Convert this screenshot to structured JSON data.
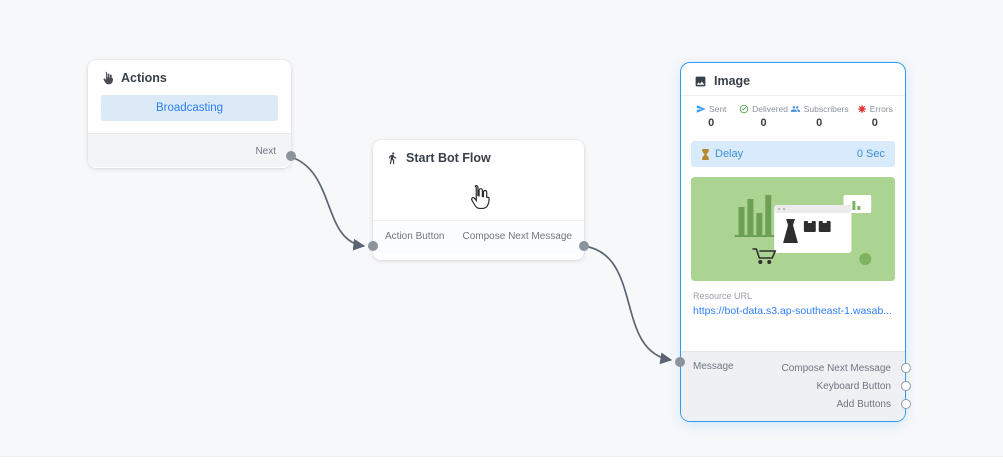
{
  "colors": {
    "canvas_bg": "#f7f8fa",
    "selected_node_border": "#2e9bf0",
    "connector": "#5b6472",
    "button_bg": "#dce9f7",
    "button_text": "#2d7ff9",
    "delay_bg": "#d8eafb",
    "delay_text": "#3d8fd6",
    "link_color": "#2d7ff9",
    "sent_icon_color": "#2e9bf0",
    "delivered_icon_color": "#43a047",
    "subscribers_icon_color": "#4a90d9",
    "errors_icon_color": "#e53935"
  },
  "nodes": {
    "actions": {
      "title": "Actions",
      "header_icon": "hand-tap-icon",
      "button_label": "Broadcasting",
      "output_label": "Next"
    },
    "start_bot_flow": {
      "title": "Start Bot Flow",
      "header_icon": "walking-person-icon",
      "input_label": "Action Button",
      "output_label": "Compose Next Message"
    },
    "image": {
      "title": "Image",
      "header_icon": "image-icon",
      "stats": [
        {
          "icon": "paper-plane-icon",
          "label": "Sent",
          "value": "0"
        },
        {
          "icon": "check-circle-icon",
          "label": "Delivered",
          "value": "0"
        },
        {
          "icon": "users-icon",
          "label": "Subscribers",
          "value": "0"
        },
        {
          "icon": "virus-icon",
          "label": "Errors",
          "value": "0"
        }
      ],
      "delay": {
        "icon": "hourglass-icon",
        "label": "Delay",
        "value": "0 Sec"
      },
      "resource_url_label": "Resource URL",
      "resource_url_value": "https://bot-data.s3.ap-southeast-1.wasab...",
      "input_label": "Message",
      "outputs": [
        "Compose Next Message",
        "Keyboard Button",
        "Add Buttons"
      ]
    }
  }
}
